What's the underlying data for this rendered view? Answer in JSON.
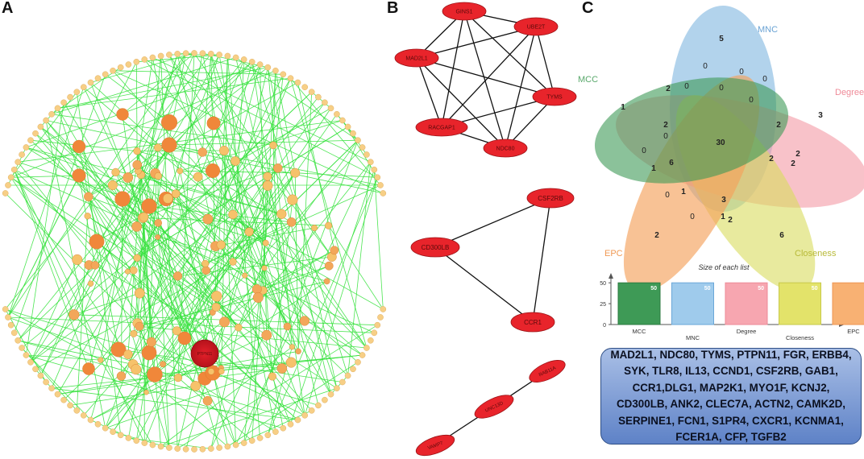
{
  "panels": {
    "a": "A",
    "b": "B",
    "c": "C"
  },
  "network_a": {
    "center_label": "PTPN11",
    "outer_ring_count": 148
  },
  "network_b": {
    "cluster1": [
      "GINS1",
      "UBE2T",
      "MAD2L1",
      "TYMS",
      "RACGAP1",
      "NDC80"
    ],
    "cluster2": [
      "CSF2RB",
      "CD300LB",
      "CCR1"
    ],
    "cluster3": [
      "RAB11A",
      "UNC13D",
      "VAMP7"
    ]
  },
  "venn": {
    "sets": [
      {
        "name": "MNC",
        "color": "#7fb6df"
      },
      {
        "name": "MCC",
        "color": "#3e9a56"
      },
      {
        "name": "Degree",
        "color": "#f39aa5"
      },
      {
        "name": "EPC",
        "color": "#f5a25c"
      },
      {
        "name": "Closeness",
        "color": "#d9dc5e"
      }
    ],
    "counts": [
      "5",
      "0",
      "0",
      "0",
      "0",
      "2",
      "0",
      "0",
      "1",
      "2",
      "2",
      "3",
      "0",
      "30",
      "2",
      "2",
      "2",
      "0",
      "6",
      "1",
      "1",
      "3",
      "0",
      "0",
      "1",
      "2",
      "2",
      "6"
    ]
  },
  "chart_data": {
    "type": "bar",
    "title": "Size of each list",
    "categories": [
      "MCC",
      "MNC",
      "Degree",
      "Closeness",
      "EPC"
    ],
    "values": [
      50,
      50,
      50,
      50,
      50
    ],
    "value_labels": [
      "50",
      "50",
      "50",
      "50",
      "50"
    ],
    "colors": [
      "#3e9a56",
      "#9fcbec",
      "#f7a6b0",
      "#e3e36a",
      "#f8b173"
    ],
    "ylim": [
      0,
      55
    ],
    "yticks": [
      "0",
      "25",
      "50"
    ]
  },
  "gene_list": [
    "MAD2L1, NDC80, TYMS, PTPN11, FGR, ERBB4,",
    "SYK, TLR8, IL13, CCND1, CSF2RB, GAB1,",
    "CCR1,DLG1, MAP2K1, MYO1F, KCNJ2,",
    "CD300LB, ANK2, CLEC7A, ACTN2, CAMK2D,",
    "SERPINE1, FCN1, S1PR4, CXCR1, KCNMA1,",
    "FCER1A, CFP, TGFB2"
  ]
}
